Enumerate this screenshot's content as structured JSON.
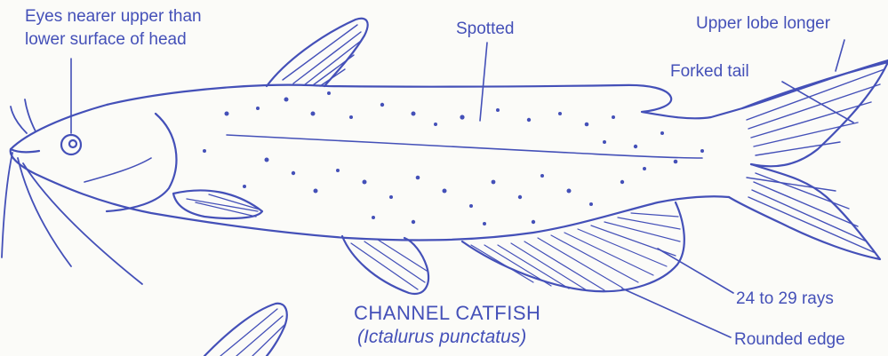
{
  "labels": {
    "eyes_line1": "Eyes nearer upper than",
    "eyes_line2": "lower surface of head",
    "spotted": "Spotted",
    "upper_lobe": "Upper lobe longer",
    "forked_tail": "Forked tail",
    "rays": "24 to 29 rays",
    "rounded_edge": "Rounded edge"
  },
  "caption": {
    "common_name": "CHANNEL CATFISH",
    "scientific_name": "(Ictalurus punctatus)"
  },
  "colors": {
    "ink": "#4450b8",
    "paper": "#fbfbf8"
  }
}
